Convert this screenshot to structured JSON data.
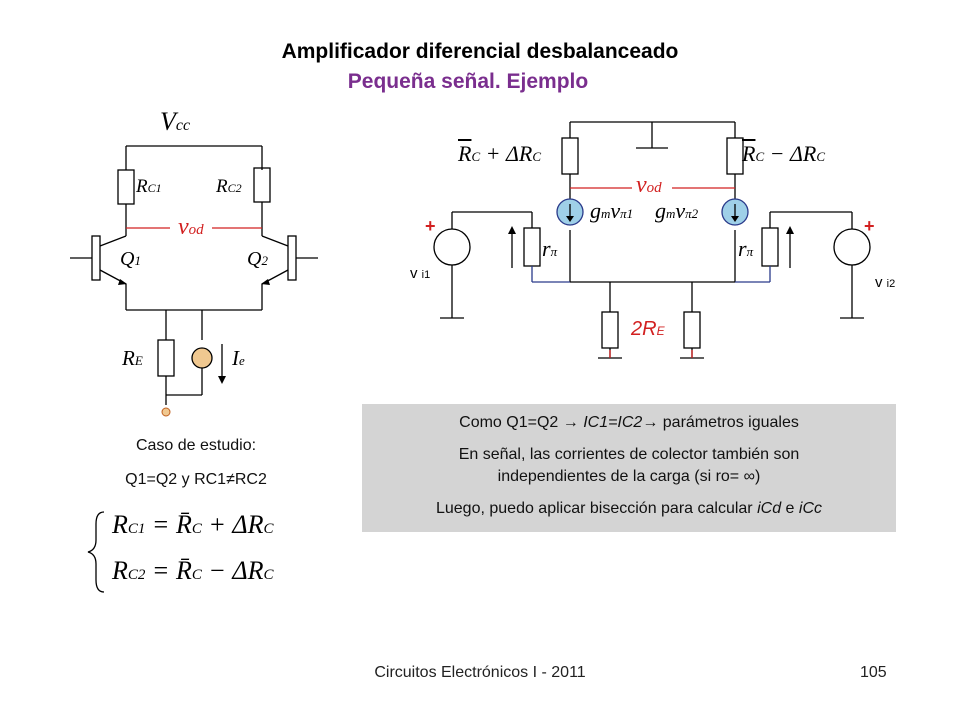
{
  "title": "Amplificador diferencial desbalanceado",
  "subtitle": "Pequeña señal. Ejemplo",
  "left_circuit": {
    "vcc": "V",
    "vcc_sub": "cc",
    "rc1": "R",
    "rc1_sub": "C1",
    "rc2": "R",
    "rc2_sub": "C2",
    "vod": "v",
    "vod_sub": "od",
    "q1": "Q",
    "q1_sub": "1",
    "q2": "Q",
    "q2_sub": "2",
    "re": "R",
    "re_sub": "E",
    "ie": "I",
    "ie_sub": "e"
  },
  "right_circuit": {
    "rc_plus": "R̄C + ΔRC",
    "rc_plus_r": "R",
    "rc_plus_sub": "C",
    "rc_plus_op": "+ ΔR",
    "rc_plus_sub2": "C",
    "rc_minus_r": "R",
    "rc_minus_sub": "C",
    "rc_minus_op": "− ΔR",
    "rc_minus_sub2": "C",
    "vod": "v",
    "vod_sub": "od",
    "gm1": "g",
    "gm1_m": "m",
    "gm1_v": "v",
    "gm1_sub": "π1",
    "gm2": "g",
    "gm2_m": "m",
    "gm2_v": "v",
    "gm2_sub": "π2",
    "rpi": "r",
    "rpi_sub": "π",
    "plus": "+",
    "vi1": "v",
    "vi1_sub": "i1",
    "vi2": "v",
    "vi2_sub": "i2",
    "re2": "2R",
    "re2_sub": "E"
  },
  "info": {
    "line1_a": "Como Q1=Q2 → ",
    "line1_b": "IC1=IC2→",
    "line1_c": " parámetros iguales",
    "line2": "En señal, las corrientes de colector también son",
    "line3": "independientes de la carga (si ro= ∞)",
    "line4_a": "Luego, puedo aplicar bisección para calcular ",
    "line4_b": "iCd",
    "line4_c": " e ",
    "line4_d": "iCc"
  },
  "case_study": {
    "label": "Caso de estudio:",
    "condition": "Q1=Q2 y RC1≠RC2"
  },
  "equations": {
    "r": "R",
    "eq1_sub": "C1",
    "eq1_rhs": "= R̄",
    "eq1_sub2": "C",
    "eq1_op": "+ ΔR",
    "eq1_sub3": "C",
    "eq2_sub": "C2",
    "eq2_rhs": "= R̄",
    "eq2_sub2": "C",
    "eq2_op": "− ΔR",
    "eq2_sub3": "C"
  },
  "footer": "Circuitos Electrónicos I - 2011",
  "page_number": "105",
  "colors": {
    "title": "#000000",
    "subtitle": "#7a2e8e",
    "vod_red": "#d22020",
    "wire": "#000000",
    "blue_wire": "#2a3a8a",
    "gm_source_fill": "#9fd0e8",
    "re_red": "#d22020",
    "info_bg": "#d4d4d4"
  }
}
